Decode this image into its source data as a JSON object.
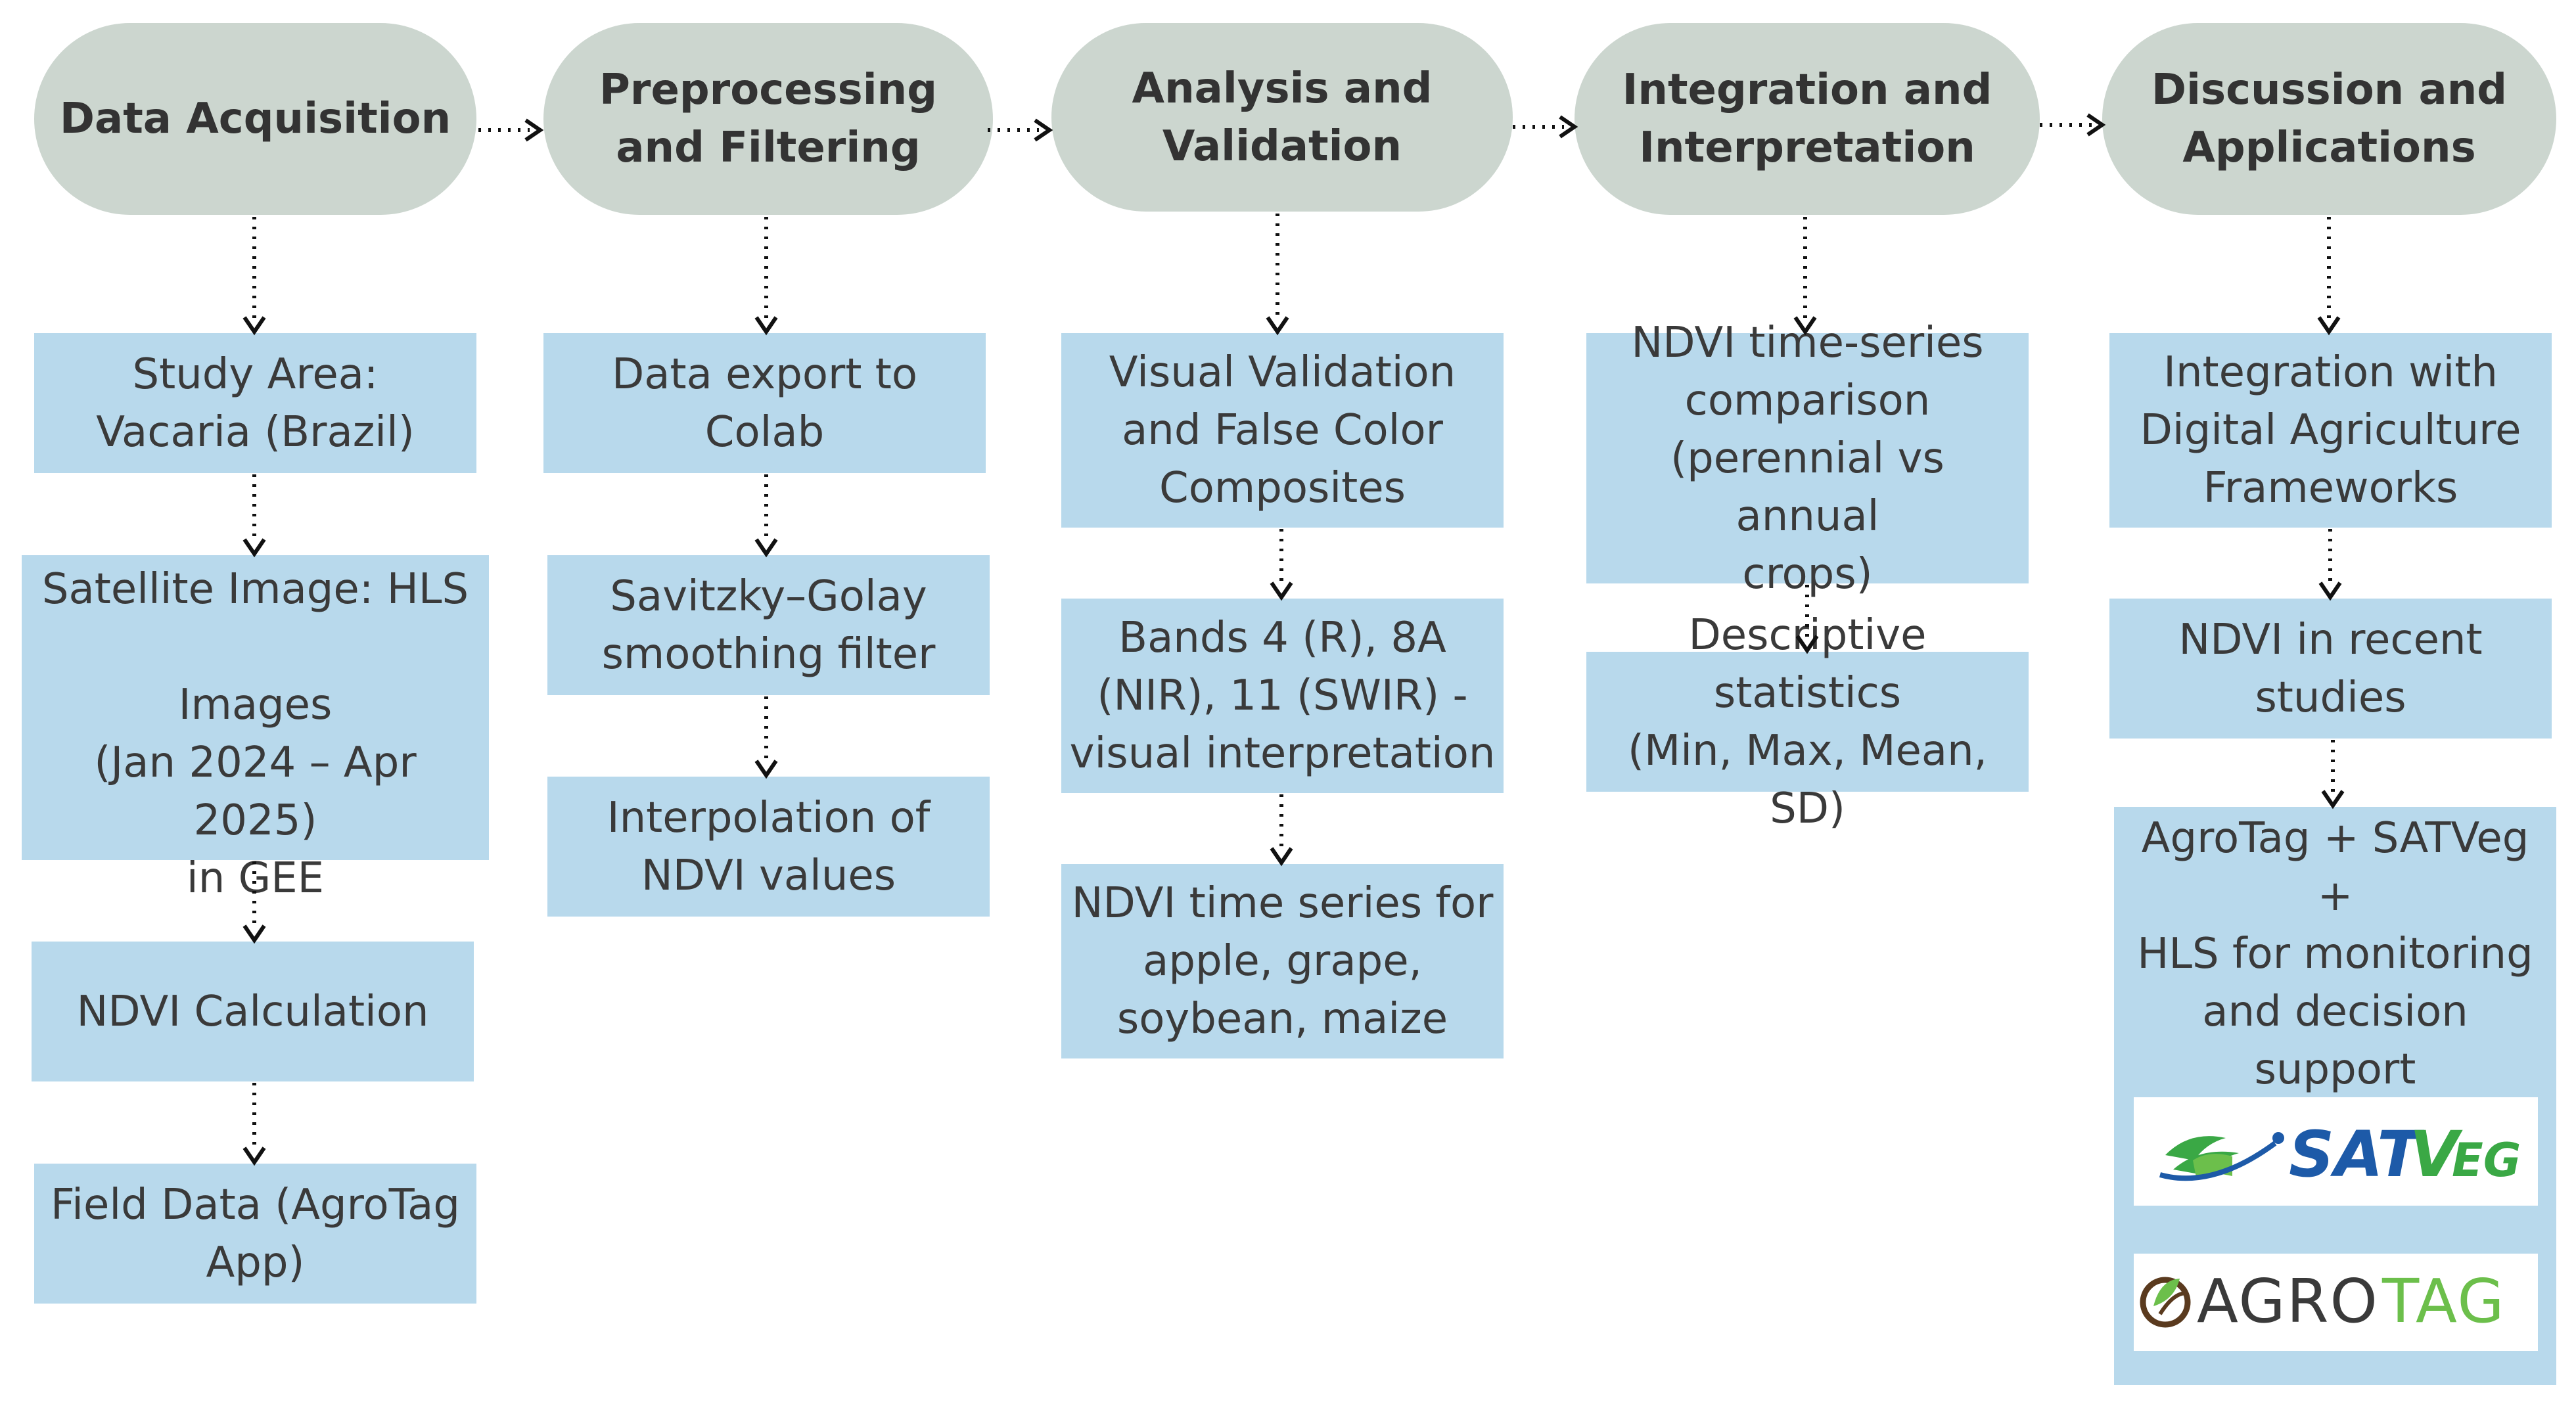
{
  "phases": [
    {
      "label": "Data Acquisition"
    },
    {
      "label": "Preprocessing\nand Filtering"
    },
    {
      "label": "Analysis and\nValidation"
    },
    {
      "label": "Integration and\nInterpretation"
    },
    {
      "label": "Discussion and\nApplications"
    }
  ],
  "steps": {
    "study_area": "Study Area:\nVacaria (Brazil)",
    "satellite_image": "Satellite Image: HLS\n\nImages\n(Jan 2024 – Apr 2025)\nin GEE",
    "ndvi_calculation": "NDVI Calculation",
    "field_data": "Field Data (AgroTag\nApp)",
    "data_export": "Data export to\nColab",
    "savitzky_golay": "Savitzky–Golay\nsmoothing filter",
    "interpolation": "Interpolation of\nNDVI values",
    "visual_validation": "Visual Validation\nand False Color\nComposites",
    "bands": "Bands 4 (R), 8A\n(NIR), 11 (SWIR) -\nvisual interpretation",
    "ndvi_time_series": "NDVI time series for\napple, grape,\nsoybean, maize",
    "ndvi_comparison": "NDVI time-series\ncomparison\n(perennial vs annual\ncrops)",
    "descriptive_stats": "Descriptive statistics\n(Min, Max, Mean, SD)",
    "integration_frameworks": "Integration with\nDigital Agriculture\nFrameworks",
    "ndvi_recent": "NDVI in recent\nstudies",
    "agrotag_satveg": "AgroTag + SATVeg +\nHLS for monitoring\nand decision\nsupport"
  },
  "logos": {
    "satveg": "SATVEG",
    "agrotag": "AGROTAG"
  },
  "colors": {
    "phase_fill": "#ccd6cf",
    "step_fill": "#b8d9ec",
    "text": "#3a3a3a",
    "satveg_green": "#3aa845",
    "satveg_blue": "#1d5aa8",
    "agrotag_green": "#6cbf4b",
    "agrotag_dark": "#3a3a3a"
  }
}
